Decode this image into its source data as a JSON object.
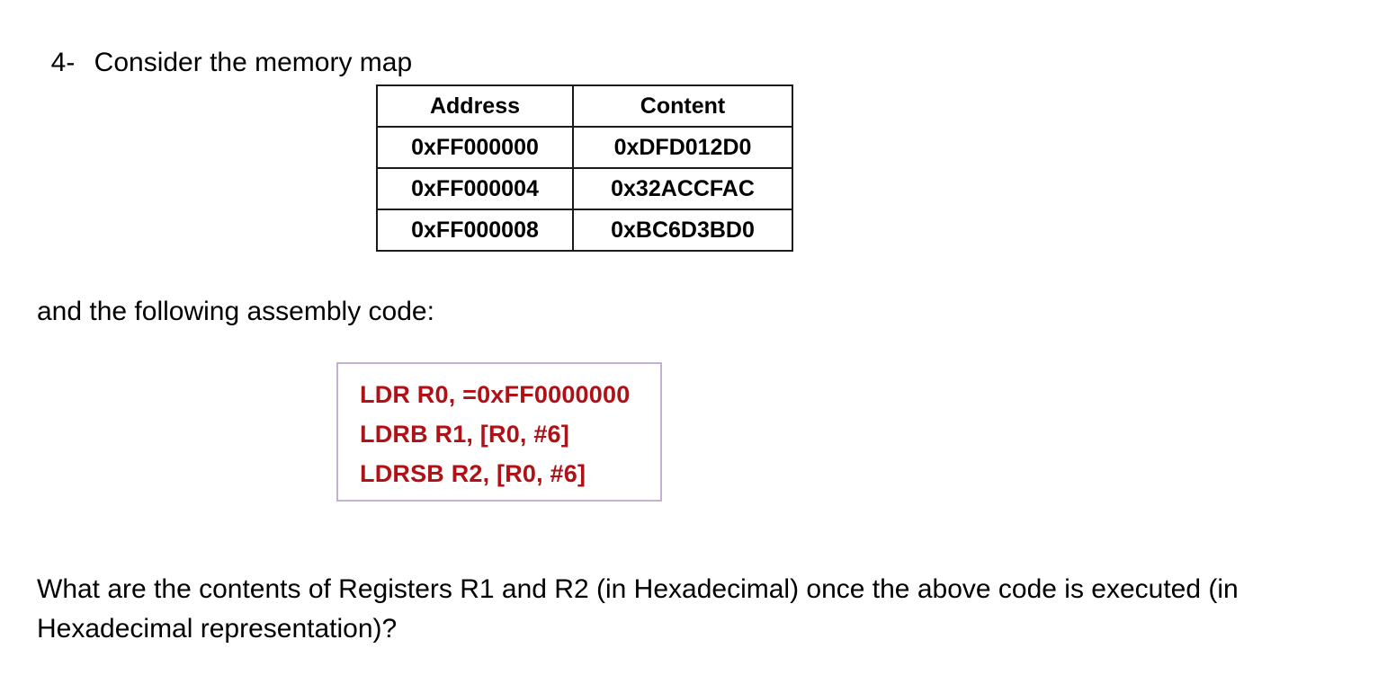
{
  "document": {
    "background_color": "#ffffff",
    "text_color": "#000000"
  },
  "question": {
    "number": "4-",
    "heading": "Consider the memory map",
    "code_intro": "and the following assembly code:",
    "body": "What are the contents of Registers R1 and R2 (in Hexadecimal) once the above code is executed (in Hexadecimal representation)?"
  },
  "memory_table": {
    "headers": [
      "Address",
      "Content"
    ],
    "rows": [
      {
        "address": "0xFF000000",
        "content": "0xDFD012D0"
      },
      {
        "address": "0xFF000004",
        "content": "0x32ACCFAC"
      },
      {
        "address": "0xFF000008",
        "content": "0xBC6D3BD0"
      }
    ]
  },
  "code_block": {
    "border_color": "#c5b0d5",
    "text_color": "#b01116",
    "lines": [
      "LDR R0, =0xFF0000000",
      "LDRB R1, [R0, #6]",
      "LDRSB R2, [R0, #6]"
    ]
  }
}
